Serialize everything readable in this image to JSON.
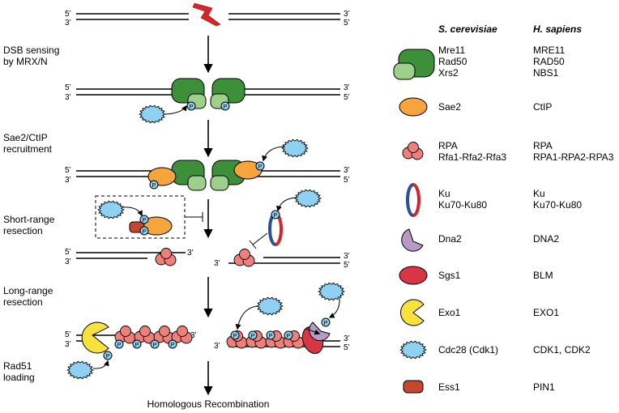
{
  "colors": {
    "mre11_dark": "#3d8f3a",
    "rad50_light": "#9fd08b",
    "sae2": "#f5a53c",
    "rpa": "#ee7f7a",
    "ku_blue": "#2b4f9c",
    "ku_red": "#d2262e",
    "dna2": "#b79ac6",
    "sgs1": "#d83545",
    "exo1": "#f7e13b",
    "cdk": "#8fd1f2",
    "ess1": "#c8462e",
    "break": "#d6262b"
  },
  "steps": [
    {
      "line1": "DSB sensing",
      "line2": "by MRX/N"
    },
    {
      "line1": "Sae2/CtIP",
      "line2": "recruitment"
    },
    {
      "line1": "Short-range",
      "line2": "resection"
    },
    {
      "line1": "Long-range",
      "line2": "resection"
    },
    {
      "line1": "Rad51",
      "line2": "loading"
    }
  ],
  "ends": {
    "five": "5’",
    "three": "3’"
  },
  "phospho": "P",
  "outcome": "Homologous Recombination",
  "legend": {
    "headers": {
      "col1": "S. cerevisiae",
      "col2": "H. sapiens"
    },
    "rows": [
      {
        "icon": "mrx-complex-icon",
        "sc": [
          "Mre11",
          "Rad50",
          "Xrs2"
        ],
        "hs": [
          "MRE11",
          "RAD50",
          "NBS1"
        ]
      },
      {
        "icon": "sae2-icon",
        "sc": [
          "Sae2"
        ],
        "hs": [
          "CtIP"
        ]
      },
      {
        "icon": "rpa-icon",
        "sc": [
          "RPA",
          "Rfa1-Rfa2-Rfa3"
        ],
        "hs": [
          "RPA",
          "RPA1-RPA2-RPA3"
        ]
      },
      {
        "icon": "ku-icon",
        "sc": [
          "Ku",
          "Ku70-Ku80"
        ],
        "hs": [
          "Ku",
          "Ku70-Ku80"
        ]
      },
      {
        "icon": "dna2-icon",
        "sc": [
          "Dna2"
        ],
        "hs": [
          "DNA2"
        ]
      },
      {
        "icon": "sgs1-icon",
        "sc": [
          "Sgs1"
        ],
        "hs": [
          "BLM"
        ]
      },
      {
        "icon": "exo1-icon",
        "sc": [
          "Exo1"
        ],
        "hs": [
          "EXO1"
        ]
      },
      {
        "icon": "cdk-icon",
        "sc": [
          "Cdc28 (Cdk1)"
        ],
        "hs": [
          "CDK1, CDK2"
        ]
      },
      {
        "icon": "ess1-icon",
        "sc": [
          "Ess1"
        ],
        "hs": [
          "PIN1"
        ]
      }
    ]
  }
}
